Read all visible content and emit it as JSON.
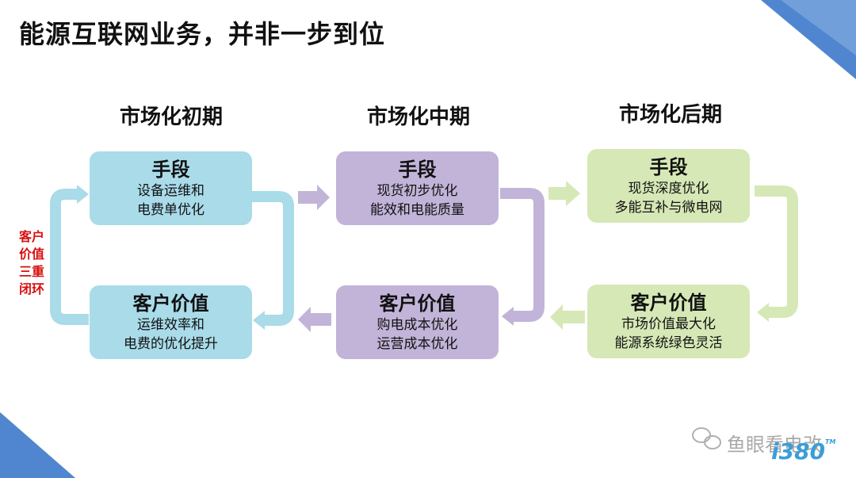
{
  "title": "能源互联网业务，并非一步到位",
  "side_label": [
    "客户",
    "价值",
    "三重",
    "闭环"
  ],
  "columns": [
    {
      "title": "市场化初期",
      "means": {
        "heading": "手段",
        "lines": [
          "设备运维和",
          "电费单优化"
        ]
      },
      "value": {
        "heading": "客户价值",
        "lines": [
          "运维效率和",
          "电费的优化提升"
        ]
      }
    },
    {
      "title": "市场化中期",
      "means": {
        "heading": "手段",
        "lines": [
          "现货初步优化",
          "能效和电能质量"
        ]
      },
      "value": {
        "heading": "客户价值",
        "lines": [
          "购电成本优化",
          "运营成本优化"
        ]
      }
    },
    {
      "title": "市场化后期",
      "means": {
        "heading": "手段",
        "lines": [
          "现货深度优化",
          "多能互补与微电网"
        ]
      },
      "value": {
        "heading": "客户价值",
        "lines": [
          "市场价值最大化",
          "能源系统绿色灵活"
        ]
      }
    }
  ],
  "watermark": {
    "text": "鱼眼看电改",
    "logo": "i380",
    "tm": "TM"
  },
  "colors": {
    "blue": "#a9dbe9",
    "purple": "#c2b4d8",
    "green": "#d6e8b6",
    "accent_red": "#d80f0f",
    "corner_blue": "#4f86cf"
  }
}
